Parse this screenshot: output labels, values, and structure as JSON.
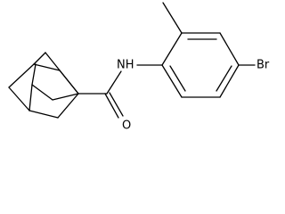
{
  "molecule": {
    "atoms": {
      "amide_nitrogen": "NH",
      "carbonyl_oxygen": "O",
      "bromine": "Br"
    },
    "groups": [
      "adamantyl",
      "carboxamide",
      "2-methyl-4-bromophenyl"
    ]
  }
}
